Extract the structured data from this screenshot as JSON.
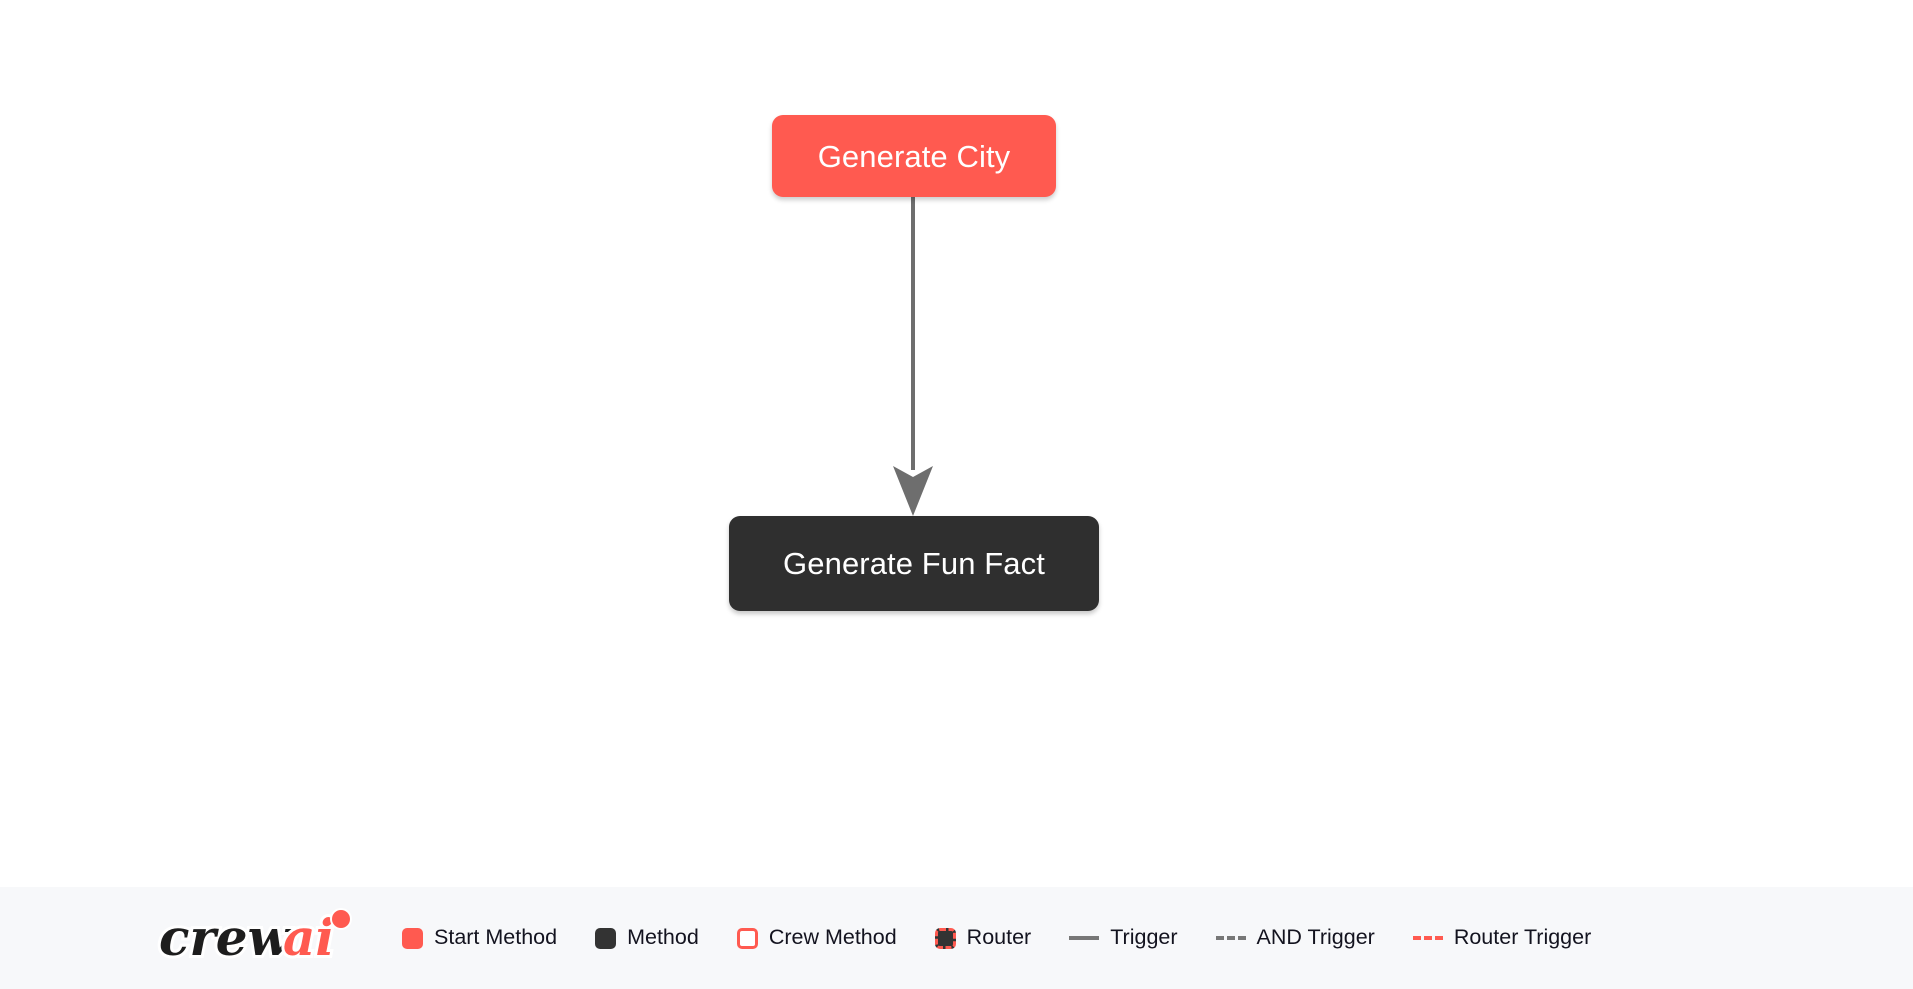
{
  "flow": {
    "nodes": [
      {
        "id": "generate-city",
        "label": "Generate City",
        "type": "start-method"
      },
      {
        "id": "generate-fun-fact",
        "label": "Generate Fun Fact",
        "type": "method"
      }
    ],
    "edges": [
      {
        "from": "generate-city",
        "to": "generate-fun-fact",
        "type": "trigger"
      }
    ]
  },
  "legend": {
    "brand": {
      "name": "crewai",
      "part_dark": "crew",
      "part_accent": "ai"
    },
    "items": [
      {
        "label": "Start Method",
        "marker": "square-filled-red",
        "color": "#ff5a50"
      },
      {
        "label": "Method",
        "marker": "square-filled-dark",
        "color": "#333333"
      },
      {
        "label": "Crew Method",
        "marker": "square-outline-red",
        "color": "#ff5a50"
      },
      {
        "label": "Router",
        "marker": "square-dashed-red",
        "color": "#ff5a50"
      },
      {
        "label": "Trigger",
        "marker": "line-solid-gray",
        "color": "#777777"
      },
      {
        "label": "AND Trigger",
        "marker": "line-dashed-gray",
        "color": "#777777"
      },
      {
        "label": "Router Trigger",
        "marker": "line-dashed-red",
        "color": "#ff5a50"
      }
    ]
  },
  "colors": {
    "canvas_background": "#ffffff",
    "legend_background": "#f7f8fa",
    "accent_red": "#ff5a50",
    "node_dark": "#2f2f2f",
    "edge_gray": "#6e6e6e",
    "text_dark": "#13131f"
  }
}
